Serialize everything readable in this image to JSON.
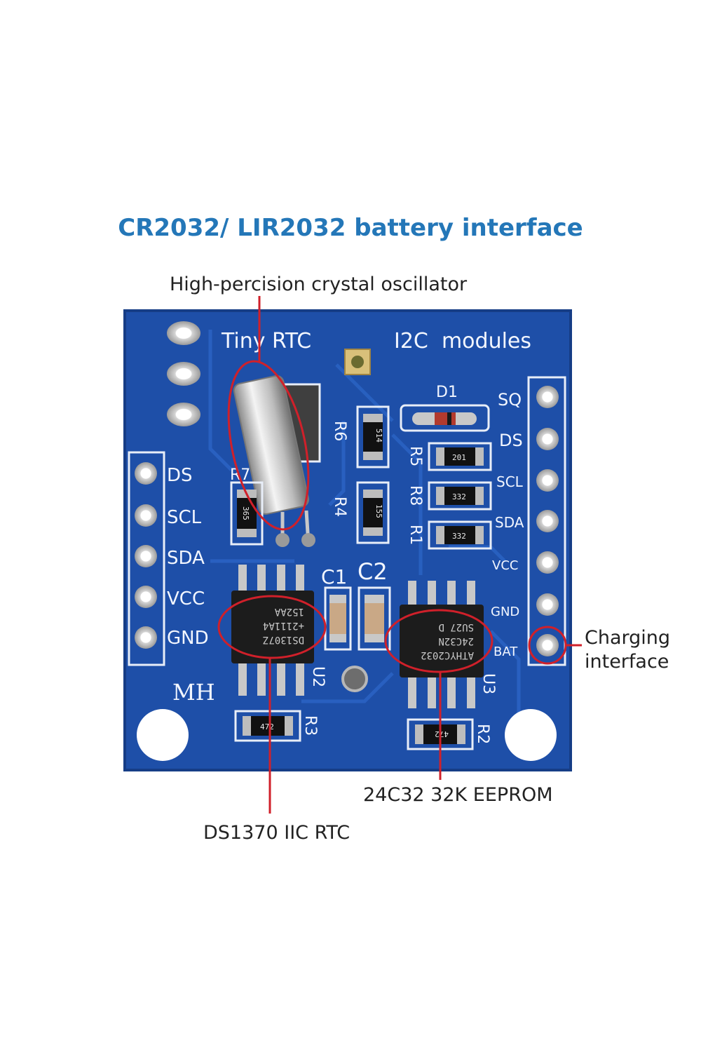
{
  "title": "CR2032/ LIR2032 battery interface",
  "callouts": {
    "oscillator": "High-percision crystal oscillator",
    "eeprom": "24C32 32K EEPROM",
    "rtc": "DS1370 IIC RTC",
    "charging_line1": "Charging",
    "charging_line2": "interface"
  },
  "board": {
    "label_tiny_rtc": "Tiny RTC",
    "label_i2c": "I2C  modules",
    "maker": "MH",
    "left_pins": [
      "DS",
      "SCL",
      "SDA",
      "VCC",
      "GND"
    ],
    "right_pins": [
      "SQ",
      "DS",
      "SCL",
      "SDA",
      "VCC",
      "GND",
      "BAT"
    ],
    "designators": {
      "d1": "D1",
      "r6": "R6",
      "r4": "R4",
      "r5": "R5",
      "r8": "R8",
      "r1": "R1",
      "r7": "R7",
      "c1": "C1",
      "c2": "C2",
      "u2": "U2",
      "u3": "U3",
      "r3": "R3",
      "r2": "R2"
    },
    "resistor_codes": {
      "r6": "514",
      "r4": "155",
      "r5": "201",
      "r8": "332",
      "r1": "332",
      "r7": "365",
      "r3": "472",
      "r2": "472"
    },
    "rtc_chip": [
      "DS1307Z",
      "+2111A4",
      "152AA"
    ],
    "eeprom_chip": [
      "ATHYC2032",
      "24C32N",
      "SU27 D"
    ]
  },
  "colors": {
    "pcb": "#1e4fa8",
    "title": "#2477b8",
    "highlight": "#d0202a"
  }
}
